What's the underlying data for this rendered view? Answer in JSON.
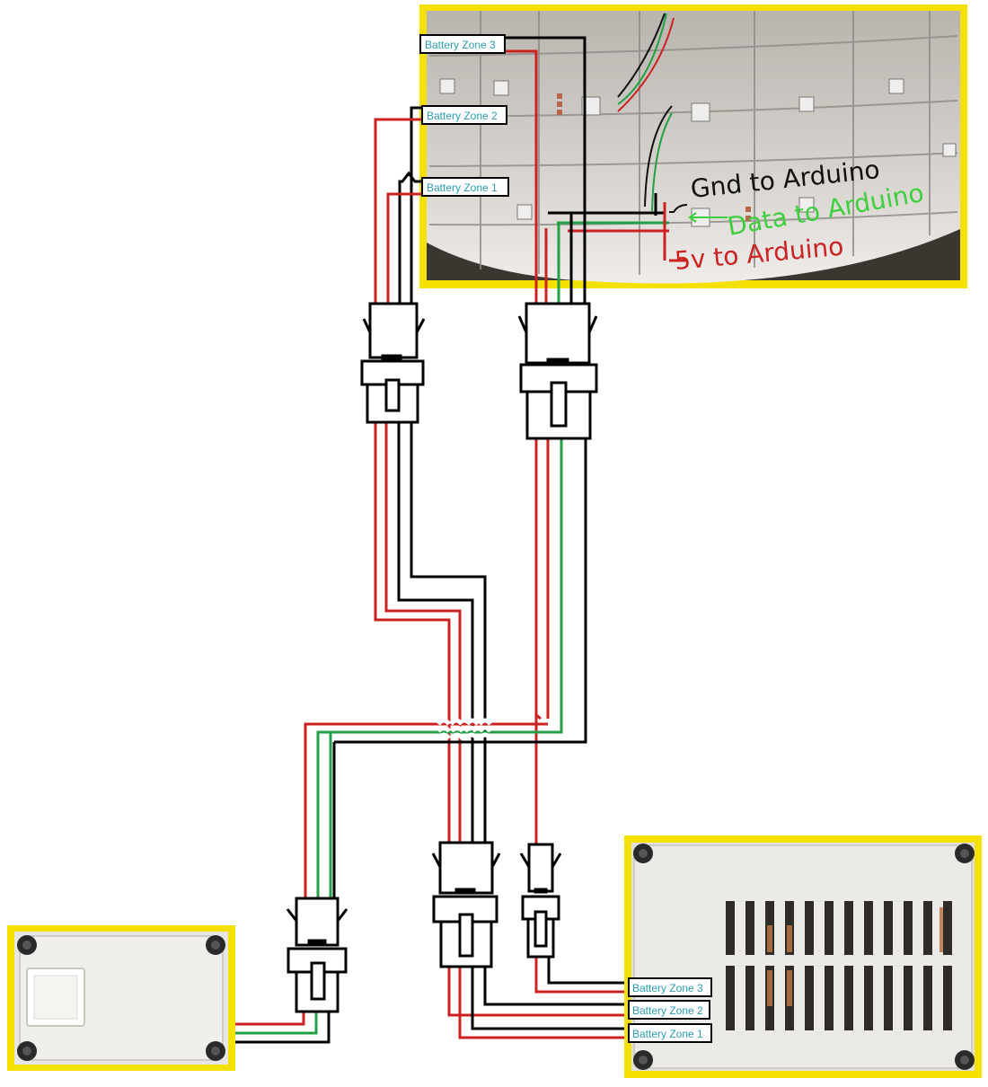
{
  "colors": {
    "frame": "#f5e100",
    "red_wire": "#cc2222",
    "green_wire": "#22a046",
    "black_wire": "#000000",
    "label_text": "#2a9db5"
  },
  "led_panel": {
    "labels": {
      "zone3": "Battery Zone 3",
      "zone2": "Battery Zone 2",
      "zone1": "Battery Zone 1"
    },
    "annotations": {
      "gnd": "Gnd to Arduino",
      "data": "Data to Arduino",
      "power": "5v to Arduino"
    }
  },
  "battery_box": {
    "labels": {
      "zone3": "Battery Zone 3",
      "zone2": "Battery Zone 2",
      "zone1": "Battery Zone 1"
    }
  },
  "icons": {
    "connector": "jst-connector-icon",
    "screw": "screw-icon"
  }
}
